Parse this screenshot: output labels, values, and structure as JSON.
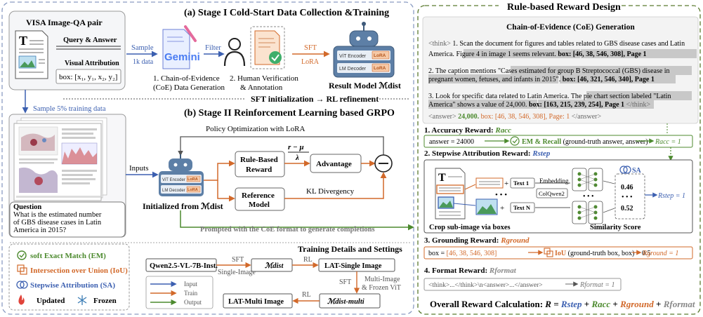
{
  "stage1": {
    "title": "(a) Stage I Cold-Start Data Collection &Training",
    "visa_title": "VISA Image-QA pair",
    "query_answer": "Query & Answer",
    "visual_attribution": "Visual Attribution",
    "box_label": "box: [x₁, y₁, x₂, y₂]",
    "sample": "Sample",
    "sample_count": "1k data",
    "gemini": "Gemini",
    "filter": "Filter",
    "sft": "SFT",
    "lora": "LoRA",
    "step1_line1": "1. Chain-of-Evidence",
    "step1_line2": "(CoE) Data Generation",
    "step2_line1": "2. Human Verification",
    "step2_line2": "& Annotation",
    "result_model": "Result Model ℳdist",
    "vit_encoder": "ViT Encoder",
    "lm_decoder": "LM Decoder",
    "lora_tag": "LoRA"
  },
  "transition": "SFT initialization → RL refinement",
  "stage2": {
    "title": "(b) Stage II Reinforcement Learning based GRPO",
    "sample_pct": "Sample 5% training data",
    "policy": "Policy Optimization with LoRA",
    "inputs": "Inputs",
    "rule_reward_1": "Rule-Based",
    "rule_reward_2": "Reward",
    "advantage": "Advantage",
    "formula_num": "r − μ",
    "formula_den": "λ",
    "reference_1": "Reference",
    "reference_2": "Model",
    "kl": "KL Divergency",
    "initialized": "Initialized from ℳdist",
    "prompted": "Prompted with the CoE format to generate completions",
    "question_label": "Question",
    "question_line1": "What is the estimated number",
    "question_line2": "of GBS disease cases in Latin",
    "question_line3": "America in 2015?"
  },
  "legend": {
    "em": "soft Exact Match (EM)",
    "iou": "Intersection over Union (IoU)",
    "sa": "Stepwise Attribution (SA)",
    "updated": "Updated",
    "frozen": "Frozen",
    "input": "Input",
    "train": "Train",
    "output": "Output"
  },
  "training": {
    "title": "Training Details and Settings",
    "qwen": "Qwen2.5-VL-7B-Inst.",
    "sft": "SFT",
    "single_image": "Single-Image",
    "mdist": "ℳdist",
    "rl": "RL",
    "lat_single": "LAT-Single Image",
    "sft2": "SFT",
    "multi_image_1": "Multi-Image",
    "multi_image_2": "& Frozen ViT",
    "mdist_multi": "ℳdist-multi",
    "rl2": "RL",
    "lat_multi": "LAT-Multi Image"
  },
  "right": {
    "title": "Rule-based Reward Design",
    "coe_title": "Chain-of-Evidence (CoE) Generation",
    "coe_think_open": "<think>",
    "coe_l1": "1. Scan the document for figures and tables related to GBS disease cases and Latin",
    "coe_l2a": "America.",
    "coe_l2b": "Figure 4 in image 1 seems relevant.",
    "coe_l2c": "box: [46, 38, 546, 308], Page 1",
    "coe_l3": "2. The caption mentions",
    "coe_l3b": "\"Cases estimated for group B Streptococcal (GBS) disease in",
    "coe_l4a": "pregnant women, fetuses, and infants in 2015\".",
    "coe_l4b": "box: [46, 321, 546, 340], Page 1",
    "coe_l5a": "3. Look for specific data related to Latin America.",
    "coe_l5b": "The pie chart section labeled \"Latin",
    "coe_l6a": "America\" shows a value of 24,000.",
    "coe_l6b": "box: [163, 215, 239, 254], Page 1",
    "coe_think_close": "</think>",
    "coe_answer_open": "<answer>",
    "coe_answer_val": "24,000.",
    "coe_answer_box": "box: [46, 38, 546, 308], Page: 1",
    "coe_answer_close": "</answer>",
    "acc_title": "1. Accuracy Reward:",
    "acc_sym": "Racc",
    "acc_answer": "answer = 24000",
    "acc_em": "EM & Recall",
    "acc_args": "(ground-truth answer, answer)",
    "acc_result": "Racc = 1",
    "step_title": "2. Stepwise Attribution Reward:",
    "step_sym": "Rstep",
    "text1": "Text 1",
    "textn": "Text N",
    "embedding": "Embedding",
    "colqwen": "ColQwen2",
    "sa": "SA",
    "score1": "0.46",
    "score2": "0.52",
    "step_result": "Rstep = 1",
    "crop": "Crop sub-image via boxes",
    "similarity": "Similarity Score",
    "ground_title": "3. Grounding Reward:",
    "ground_sym": "Rground",
    "ground_box_label": "box =",
    "ground_box_val": "[46, 38, 546, 308]",
    "ground_iou": "IoU",
    "ground_args": "(ground-truth box, box) > 0.5",
    "ground_result": "Rground = 1",
    "format_title": "4. Format Reward:",
    "format_sym": "Rformat",
    "format_str": "<think>...</think>\\n<answer>...</answer>",
    "format_result": "Rformat = 1",
    "overall_label": "Overall Reward Calculation:",
    "overall_formula_1": "R =",
    "r_step": "Rstep",
    "plus": "+",
    "r_acc": "Racc",
    "r_ground": "Rground",
    "r_format": "Rformat"
  },
  "colors": {
    "blue": "#3b5fb0",
    "orange": "#d2692a",
    "green": "#4c8a2e",
    "purple": "#7a55c8",
    "grey": "#777777",
    "box_fill": "#f5f6f8"
  },
  "icons": [
    "document-icon",
    "gemini-icon",
    "person-icon",
    "verified-doc-icon",
    "robot-icon",
    "check-circle-icon",
    "iou-icon",
    "sa-icon",
    "flame-icon",
    "snowflake-icon",
    "subtract-circle-icon"
  ]
}
